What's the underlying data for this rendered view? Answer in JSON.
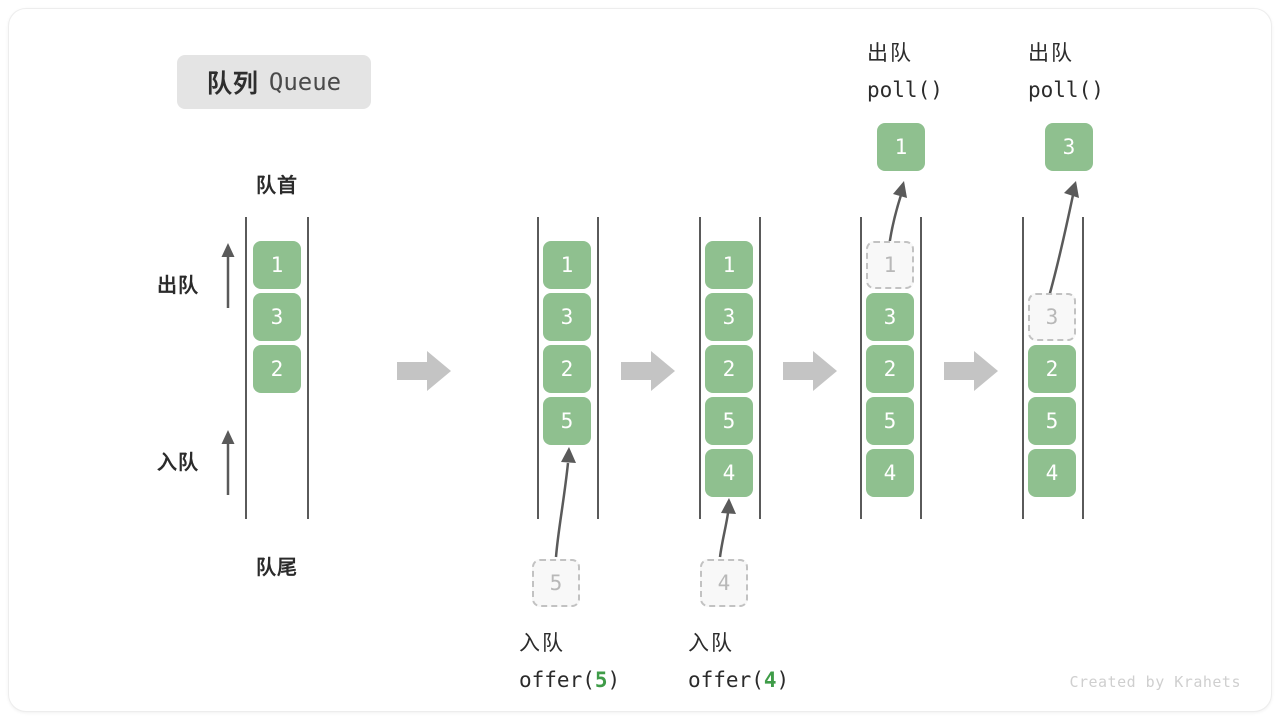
{
  "title": {
    "cn": "队列",
    "en": "Queue"
  },
  "labels": {
    "front": "队首",
    "rear": "队尾",
    "dequeue": "出队",
    "enqueue": "入队"
  },
  "watermark": "Created by Krahets",
  "colors": {
    "item_fill": "#8fc08f",
    "item_text": "#ffffff",
    "ghost_fill": "#f8f8f8",
    "ghost_border": "#c2c2c2",
    "ghost_text": "#b8b8b8",
    "rail": "#5a5a5a",
    "arrow": "#c4c4c4",
    "accent": "#3f9c48",
    "badge_bg": "#e4e4e4"
  },
  "stages": [
    {
      "id": "initial",
      "items": [
        "1",
        "3",
        "2"
      ],
      "ghost": null,
      "popped": null,
      "caption_cn": null,
      "caption_mono": null,
      "caption_value": null
    },
    {
      "id": "after-offer-5",
      "items": [
        "1",
        "3",
        "2",
        "5"
      ],
      "ghost": {
        "value": "5",
        "position": "bottom"
      },
      "popped": null,
      "caption_cn": "入队",
      "caption_mono_prefix": "offer(",
      "caption_value": "5",
      "caption_mono_suffix": ")"
    },
    {
      "id": "after-offer-4",
      "items": [
        "1",
        "3",
        "2",
        "5",
        "4"
      ],
      "ghost": {
        "value": "4",
        "position": "bottom"
      },
      "popped": null,
      "caption_cn": "入队",
      "caption_mono_prefix": "offer(",
      "caption_value": "4",
      "caption_mono_suffix": ")"
    },
    {
      "id": "after-poll-1",
      "items": [
        "3",
        "2",
        "5",
        "4"
      ],
      "ghost": {
        "value": "1",
        "position": "top"
      },
      "popped": "1",
      "caption_cn": "出队",
      "caption_mono_prefix": "poll()",
      "caption_value": null,
      "caption_mono_suffix": ""
    },
    {
      "id": "after-poll-3",
      "items": [
        "2",
        "5",
        "4"
      ],
      "ghost": {
        "value": "3",
        "position": "top"
      },
      "popped": "3",
      "caption_cn": "出队",
      "caption_mono_prefix": "poll()",
      "caption_value": null,
      "caption_mono_suffix": ""
    }
  ],
  "separators": 4
}
